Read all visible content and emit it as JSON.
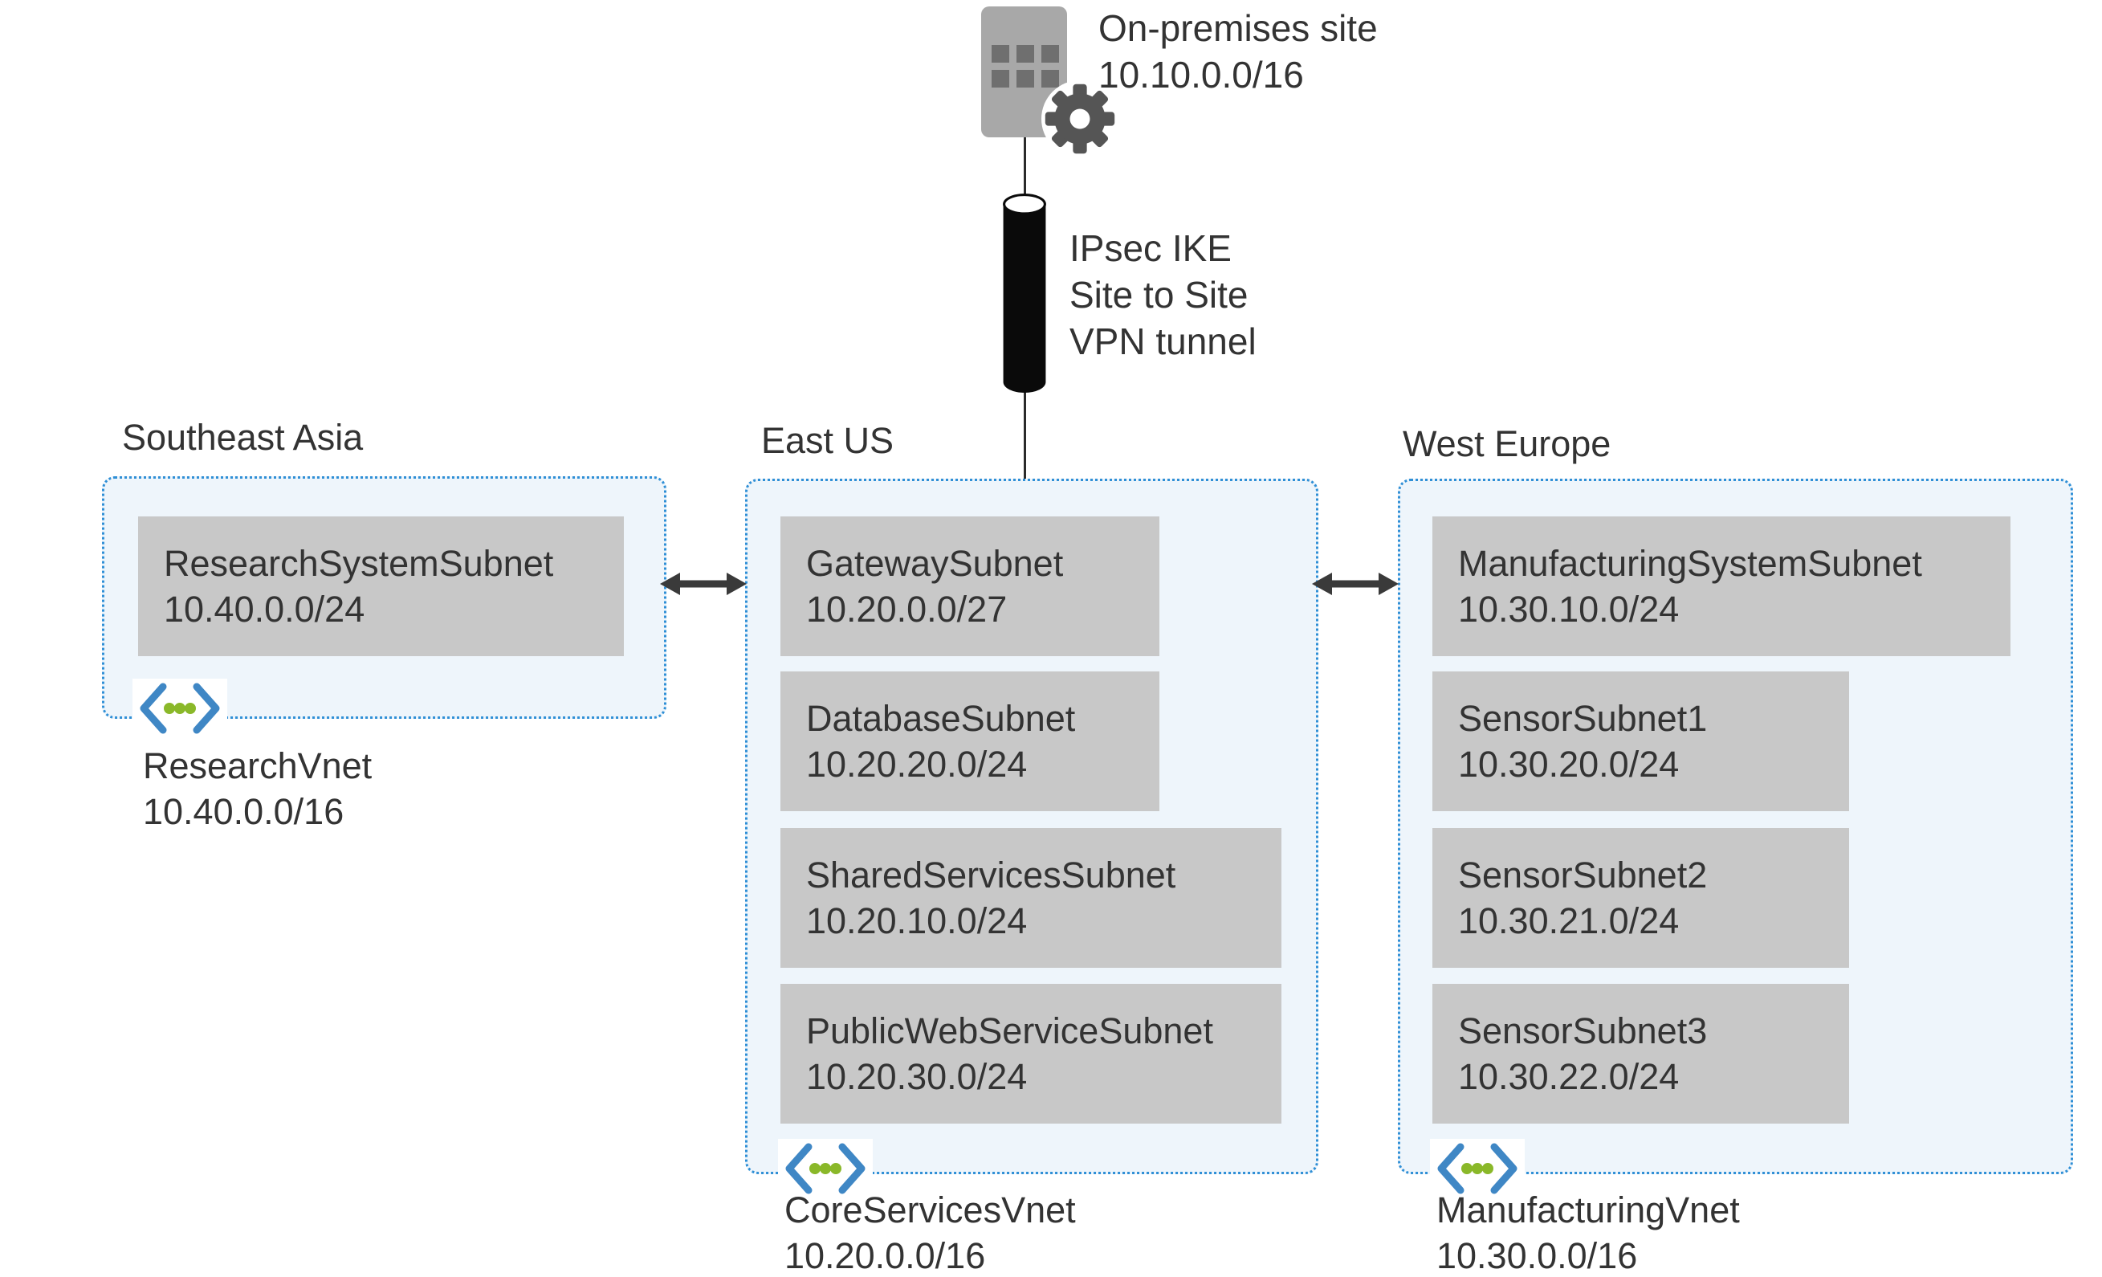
{
  "on_premises": {
    "label": "On-premises site",
    "cidr": "10.10.0.0/16"
  },
  "vpn_tunnel": {
    "lines": [
      "IPsec IKE",
      "Site to Site",
      "VPN tunnel"
    ]
  },
  "vnets": [
    {
      "region": "Southeast Asia",
      "name": "ResearchVnet",
      "cidr": "10.40.0.0/16",
      "subnets": [
        {
          "name": "ResearchSystemSubnet",
          "cidr": "10.40.0.0/24"
        }
      ]
    },
    {
      "region": "East US",
      "name": "CoreServicesVnet",
      "cidr": "10.20.0.0/16",
      "subnets": [
        {
          "name": "GatewaySubnet",
          "cidr": "10.20.0.0/27"
        },
        {
          "name": "DatabaseSubnet",
          "cidr": "10.20.20.0/24"
        },
        {
          "name": "SharedServicesSubnet",
          "cidr": "10.20.10.0/24"
        },
        {
          "name": "PublicWebServiceSubnet",
          "cidr": "10.20.30.0/24"
        }
      ]
    },
    {
      "region": "West Europe",
      "name": "ManufacturingVnet",
      "cidr": "10.30.0.0/16",
      "subnets": [
        {
          "name": "ManufacturingSystemSubnet",
          "cidr": "10.30.10.0/24"
        },
        {
          "name": "SensorSubnet1",
          "cidr": "10.30.20.0/24"
        },
        {
          "name": "SensorSubnet2",
          "cidr": "10.30.21.0/24"
        },
        {
          "name": "SensorSubnet3",
          "cidr": "10.30.22.0/24"
        }
      ]
    }
  ],
  "icons": {
    "building": "building-icon",
    "gear": "gear-icon",
    "tunnel": "vpn-tunnel-cylinder-icon",
    "vnet": "virtual-network-icon",
    "peering": "double-arrow-icon"
  },
  "colors": {
    "vnet_border": "#2f8fd6",
    "vnet_fill": "#eef5fb",
    "subnet_fill": "#c8c8c8",
    "text": "#333333",
    "connector": "#2b2b2b",
    "building_gray": "#a8a8a8",
    "building_window": "#6f6f6f",
    "gear_gray": "#555555",
    "vnet_icon_chevron": "#3f87c5",
    "vnet_icon_dot": "#8ab829"
  }
}
